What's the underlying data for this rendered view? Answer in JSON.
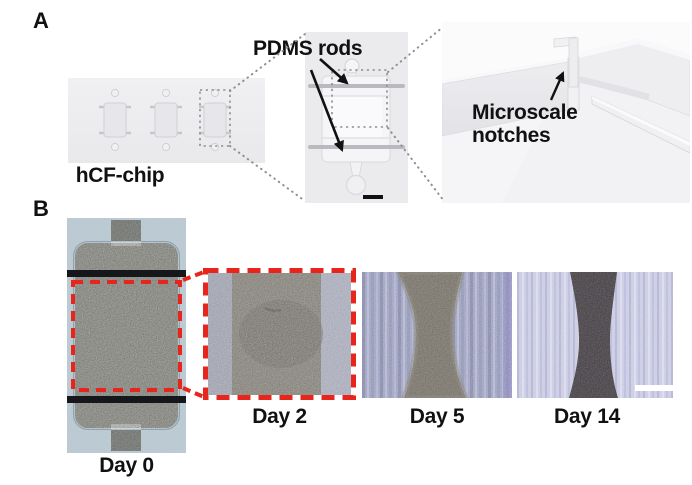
{
  "figure": {
    "panel_a": {
      "panel_label": "A",
      "chip_caption": "hCF-chip",
      "rods_annotation": "PDMS rods",
      "notches_annotation_line1": "Microscale",
      "notches_annotation_line2": "notches"
    },
    "panel_b": {
      "panel_label": "B",
      "timepoints": [
        {
          "label": "Day 0"
        },
        {
          "label": "Day 2"
        },
        {
          "label": "Day 5"
        },
        {
          "label": "Day 14"
        }
      ]
    },
    "colors": {
      "highlight_red": "#E8251C",
      "inset_gray": "#ECECEE",
      "day0_background": "#AFC0CB",
      "day5_background": "#8A8FB2",
      "day14_background": "#C2C3DF"
    },
    "icons": {
      "arrows": [
        "rod-pointer-arrow",
        "rod-pointer-arrow-2",
        "notch-pointer-arrow"
      ],
      "scale_bars": [
        "black-scale-bar",
        "white-scale-bar"
      ]
    }
  }
}
